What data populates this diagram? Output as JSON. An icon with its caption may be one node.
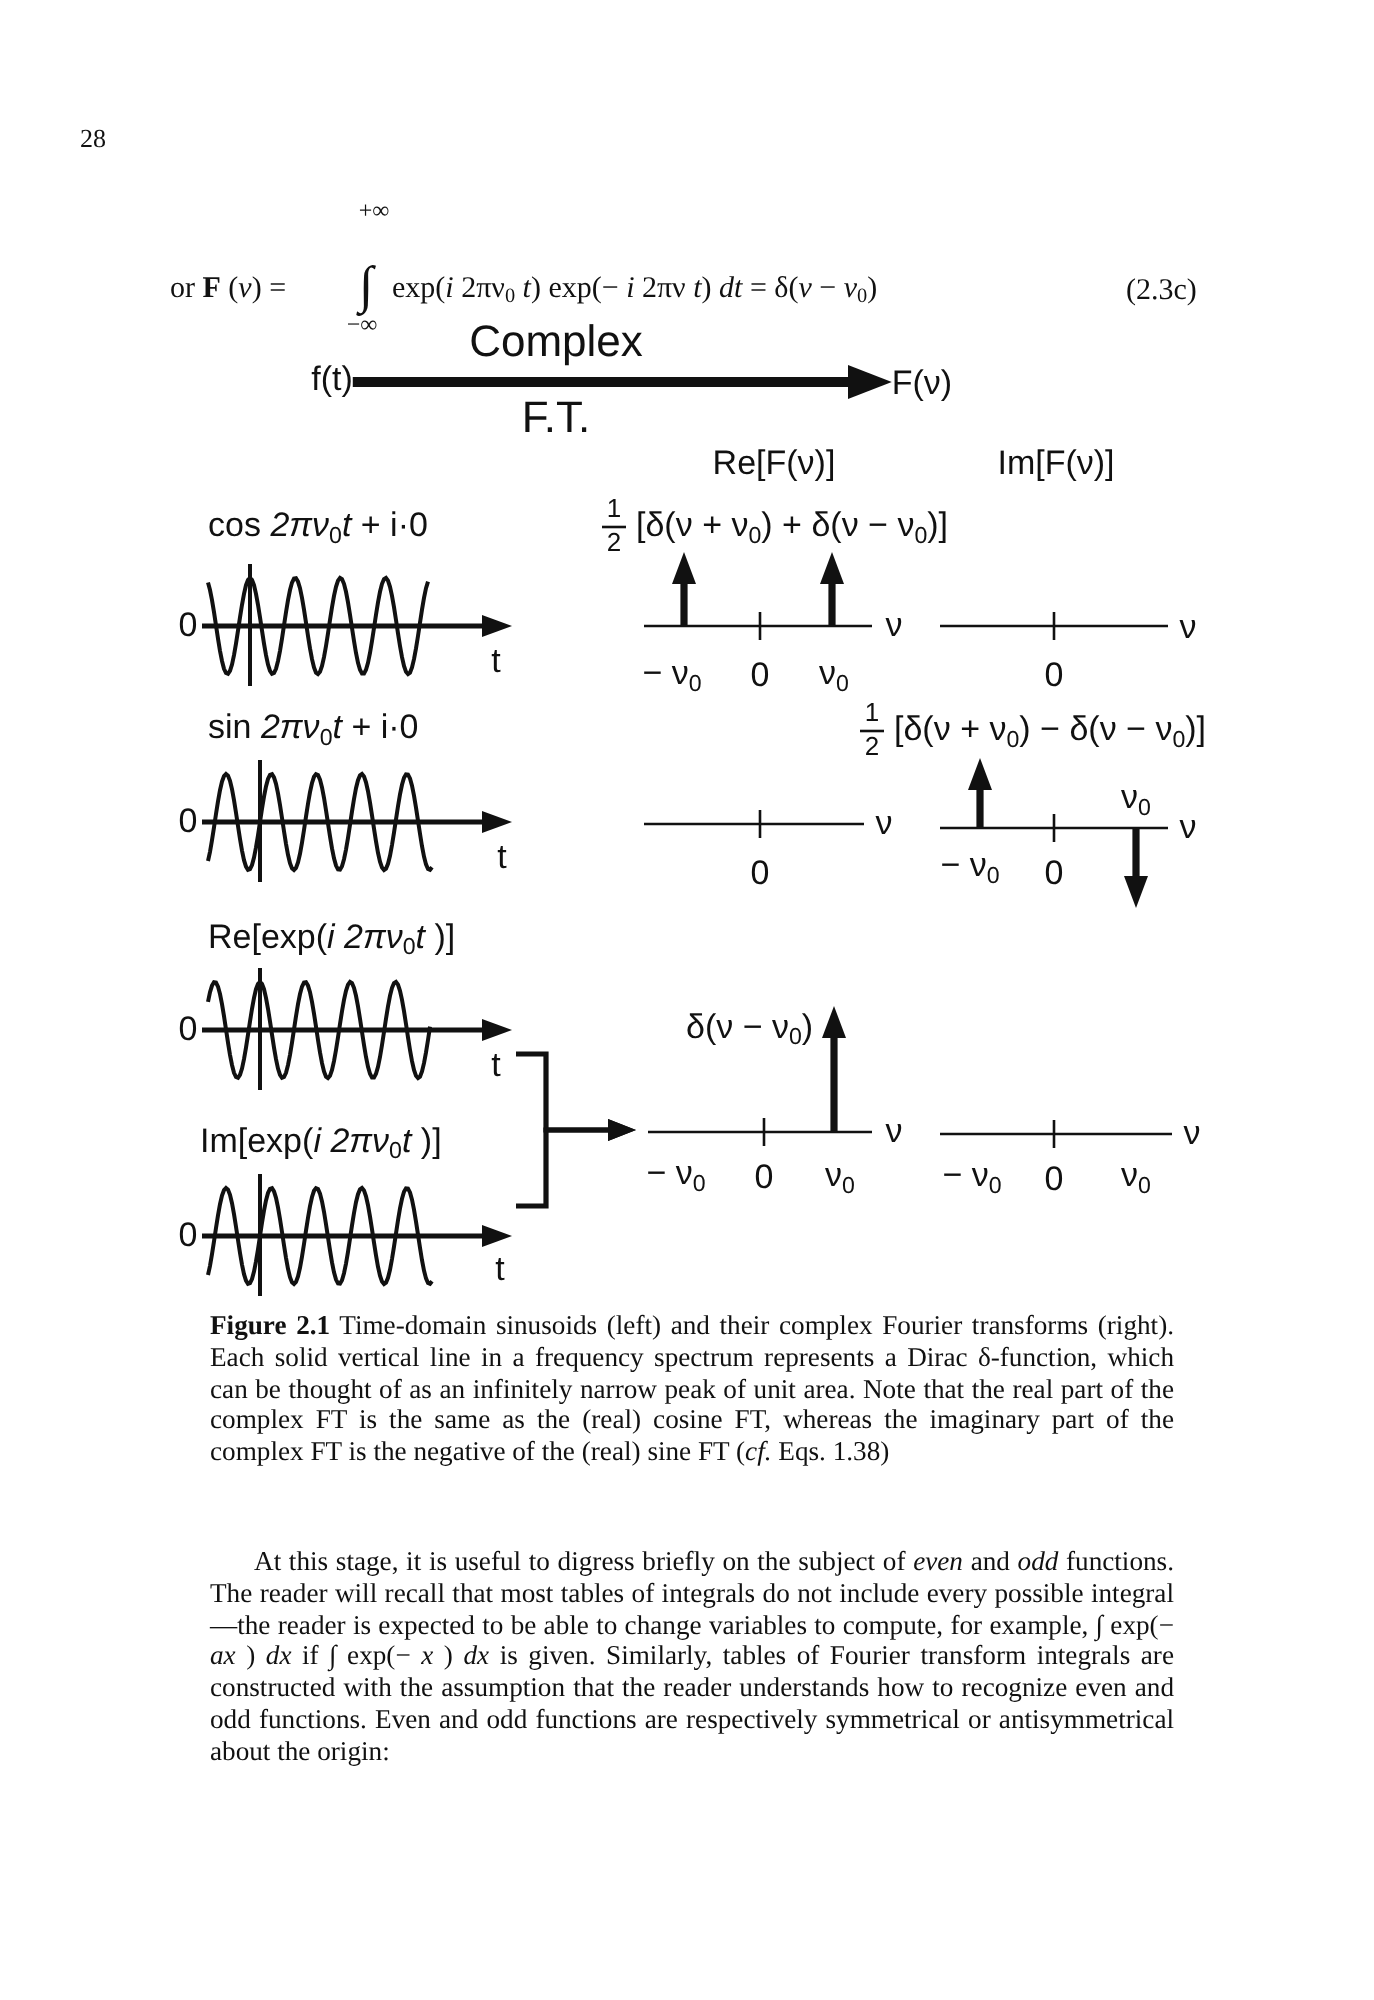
{
  "diagram": {
    "caption": "**Figure 2.1** Time-domain sinusoids (left) and their complex Fourier transforms (right). Each solid vertical line in a frequency spectrum represents a Dirac δ-function, which can be thought of as an infinitely narrow peak of unit area. Note that the real part of the complex FT is the same as the (real) cosine FT, whereas the imaginary part of the complex FT is the negative of the (real) sine FT (*cf.* Eqs. 1.38)",
    "nodes": [
      {
        "text": [
          "f(t)"
        ]
      },
      {
        "text": [
          "F(ν)"
        ]
      },
      {
        "text": [
          "Re[exp(*i 2πν*$_{0}$*t* )]"
        ]
      },
      {
        "text": [
          "Im[exp(*i 2πν*$_{0}$*t* )]"
        ]
      },
      {
        "text": [
          "δ(ν − ν$_{0}$)"
        ]
      }
    ],
    "edges": [
      {
        "from": 0,
        "to": 1,
        "arrow": "to",
        "label": "Complex F.T.",
        "style": "thick"
      },
      {
        "from": 2,
        "to": 4,
        "arrow": "to"
      },
      {
        "from": 3,
        "to": 4,
        "arrow": "to"
      }
    ],
    "labels": [
      "28",
      "+∞",
      "or **F** (*ν*) =",
      "∫",
      "exp(*i* 2πν$_{0}$ *t*) exp(− *i* 2πν *t*) *dt* = δ(*ν* − *ν*$_{0}$)",
      "(2.3c)",
      "−∞",
      "Re[F(ν)]",
      "Im[F(ν)]",
      "cos *2πν*$_{0}$*t* + i·0",
      "1",
      "2",
      "[δ(ν + ν$_{0}$) + δ(ν − ν$_{0}$)]",
      "0",
      "ν",
      "ν",
      "t",
      "− ν$_{0}$",
      "0",
      "ν$_{0}$",
      "0",
      "sin *2πν*$_{0}$*t* + i·0",
      "1",
      "2",
      "[δ(ν + ν$_{0}$) − δ(ν − ν$_{0}$)]",
      "ν$_{0}$",
      "0",
      "ν",
      "ν",
      "t",
      "0",
      "− ν$_{0}$",
      "0",
      "0",
      "t",
      "ν",
      "ν",
      "− ν$_{0}$",
      "0",
      "ν$_{0}$",
      "− ν$_{0}$",
      "0",
      "ν$_{0}$",
      "0",
      "t",
      "At this stage, it is useful to digress briefly on the subject of *even* and *odd* functions. The reader will recall that most tables of integrals do not include every possible integral—the reader is expected to be able to change variables to compute, for example, ∫ exp(− *ax* ) *dx* if ∫ exp(− *x* ) *dx* is given. Similarly, tables of Fourier transform integrals are constructed with the assumption that the reader understands how to recognize even and odd functions. Even and odd functions are respectively symmetrical or antisymmetrical about the origin:"
    ]
  }
}
